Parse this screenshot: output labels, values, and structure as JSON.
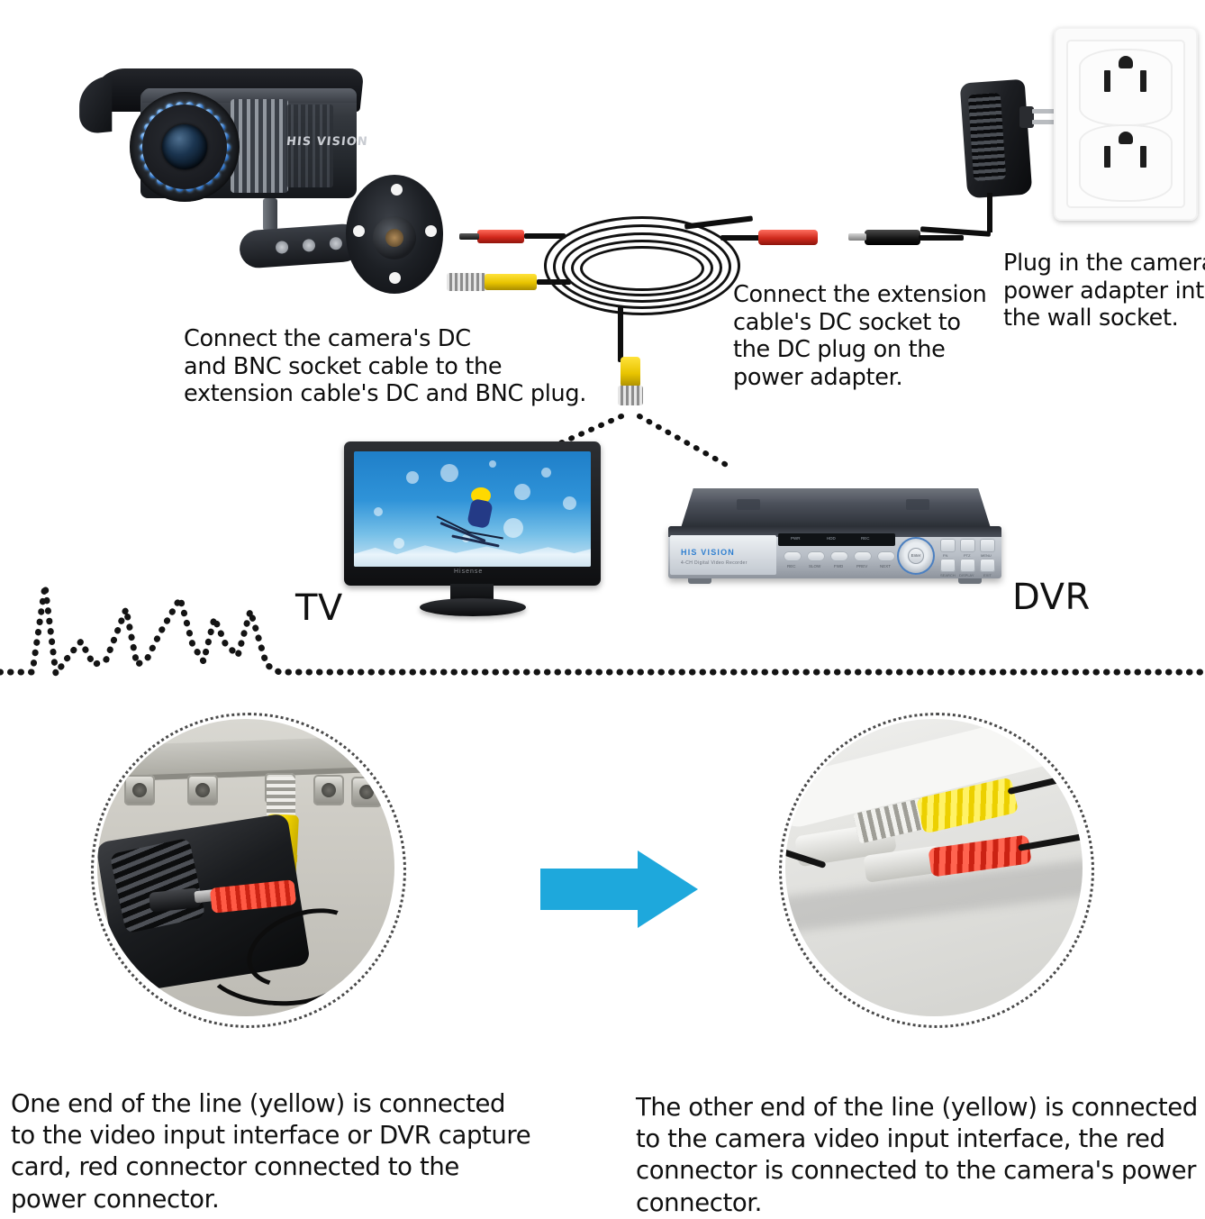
{
  "document": {
    "title": "CCTV camera extension cable connection guide",
    "type": "instructional-diagram"
  },
  "top_section": {
    "callouts": [
      {
        "id": "camera-callout",
        "text": "Connect the camera's DC\nand BNC socket cable to the\nextension cable's DC and BNC plug."
      },
      {
        "id": "extension-callout",
        "text": "Connect the extension\ncable's DC socket to\nthe DC plug on the\npower adapter."
      },
      {
        "id": "wall-callout",
        "text": "Plug in the camera\npower adapter into\nthe wall socket."
      }
    ],
    "devices": {
      "camera": {
        "brand": "HIS VISION",
        "label": "bullet-camera"
      },
      "tv": {
        "label": "TV",
        "screen_content": "skier on blue sky with snow"
      },
      "dvr": {
        "label": "DVR",
        "brand": "HIS VISION",
        "subtitle": "4-CH Digital Video Recorder"
      },
      "adapter": {
        "label": "power-adapter"
      },
      "wall_socket": {
        "label": "wall-socket"
      }
    },
    "connectors": {
      "dc_color": "#cc2414",
      "bnc_color": "#ecd000",
      "cable_color": "#0e0e0e"
    },
    "dvr_front_buttons": [
      "REC",
      "SLOW",
      "FWD",
      "PREV",
      "NEXT"
    ],
    "dvr_led_labels": [
      "PWR",
      "HDD",
      "REC"
    ],
    "dvr_keypad_labels": [
      "FN",
      "PTZ",
      "MENU",
      "SEARCH",
      "DISPLAY",
      "EXIT"
    ],
    "dvr_dpad_center": "Enter"
  },
  "divider": {
    "style": "dotted",
    "waveform": "zigzag"
  },
  "bottom_section": {
    "arrow": {
      "direction": "right",
      "color": "#1ea8dc"
    },
    "photos": [
      {
        "id": "left-photo",
        "alt": "DVR rear panel BNC sockets with yellow BNC plug and red DC connector"
      },
      {
        "id": "right-photo",
        "alt": "camera pigtail connected to yellow BNC plug and red DC connector"
      }
    ],
    "captions": [
      {
        "id": "left-caption",
        "text": "One end of the line (yellow) is connected\nto the video input interface or DVR capture\ncard, red connector connected to the\npower connector."
      },
      {
        "id": "right-caption",
        "text": "The other end of the line (yellow) is connected\nto the camera video input interface, the red\nconnector is connected to the camera's power\nconnector."
      }
    ]
  }
}
